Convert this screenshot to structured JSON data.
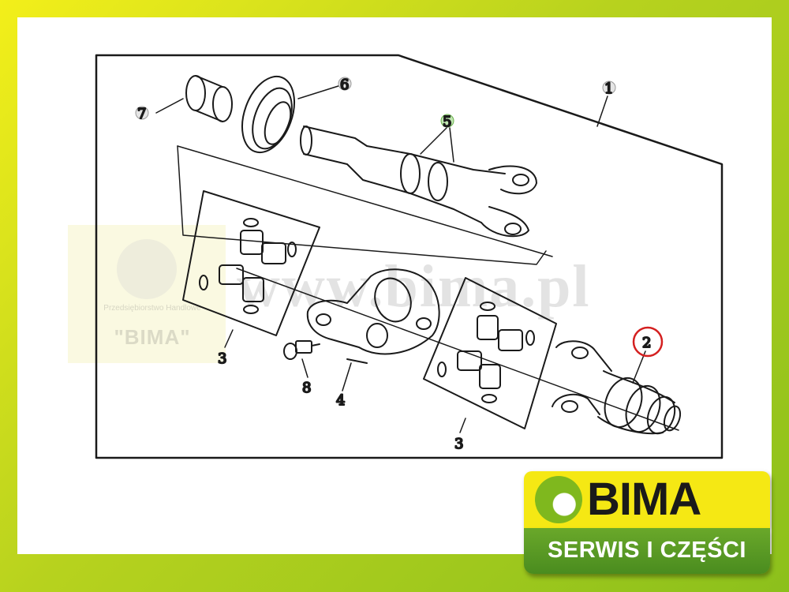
{
  "watermark": {
    "company_text": "Przedsiębiorstwo Handlowe",
    "company_name": "\"BIMA\"",
    "url": "www.bima.pl"
  },
  "callouts": {
    "c1": "1",
    "c2": "2",
    "c3a": "3",
    "c3b": "3",
    "c4": "4",
    "c5": "5",
    "c6": "6",
    "c7": "7",
    "c8": "8"
  },
  "logo": {
    "name": "BIMA",
    "tagline": "SERWIS I CZĘŚCI"
  },
  "colors": {
    "frame_yellow": "#f3ef1a",
    "frame_green": "#8cc01c",
    "logo_yellow": "#f5e814",
    "logo_green": "#4a8c1f",
    "highlight_red": "#d42020",
    "callout_green": "#6ab04c"
  }
}
